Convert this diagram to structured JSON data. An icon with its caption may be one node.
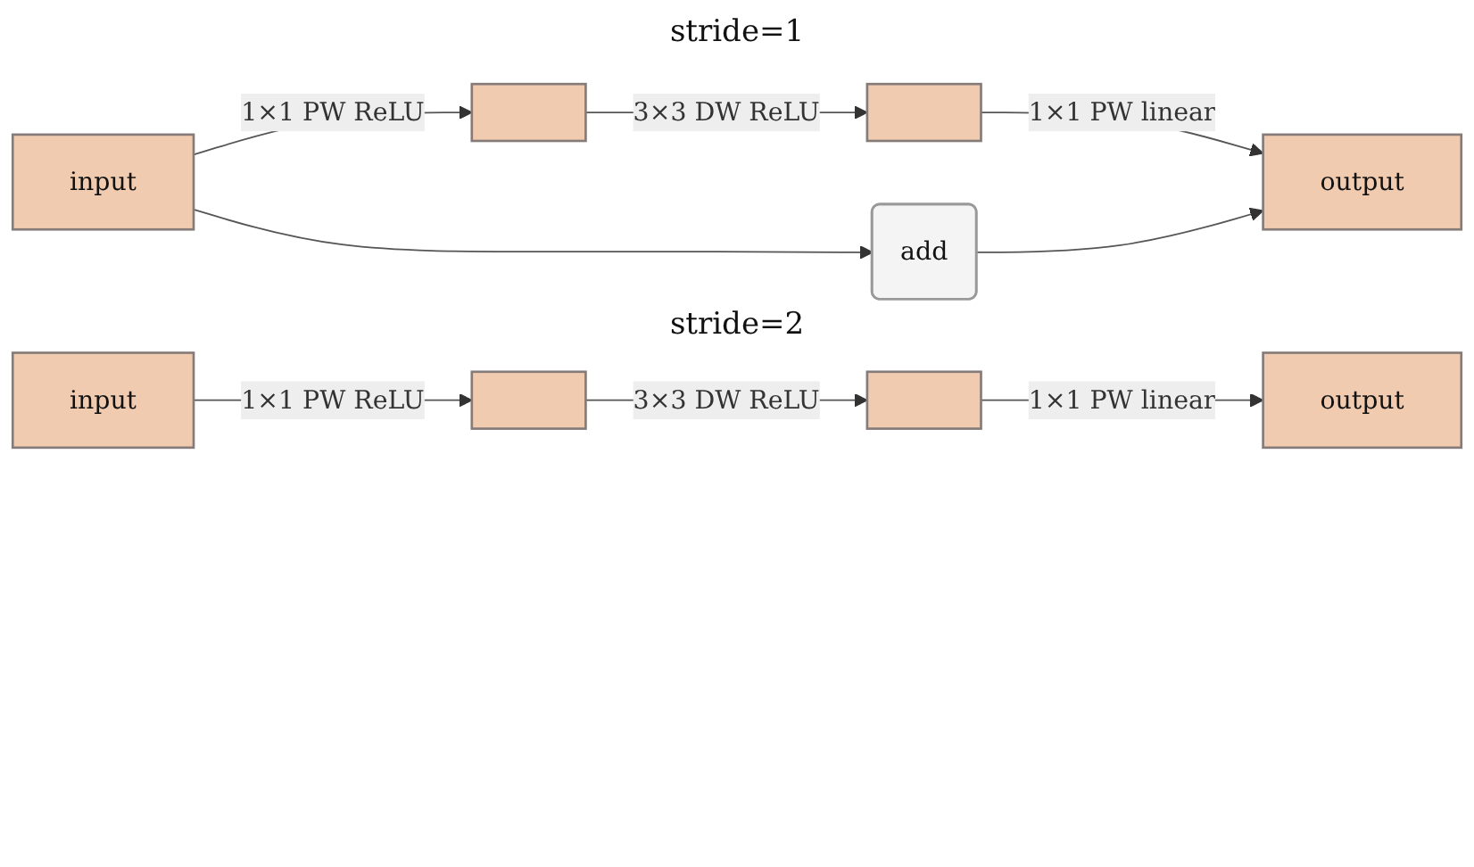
{
  "diagram": {
    "nodes": [
      {
        "text": [
          "input"
        ]
      },
      {
        "text": [],
        "shape": "box"
      },
      {
        "text": [],
        "shape": "box"
      },
      {
        "text": [
          "output"
        ]
      },
      {
        "text": [
          "add"
        ]
      },
      {
        "text": [
          "input"
        ]
      },
      {
        "text": [],
        "shape": "box"
      },
      {
        "text": [],
        "shape": "box"
      },
      {
        "text": [
          "output"
        ]
      }
    ],
    "edges": [
      {
        "from": 0,
        "to": 1,
        "arrow": "to",
        "label": "1×1 PW ReLU"
      },
      {
        "from": 1,
        "to": 2,
        "arrow": "to",
        "label": "3×3 DW ReLU"
      },
      {
        "from": 2,
        "to": 3,
        "arrow": "to",
        "label": "1×1 PW linear"
      },
      {
        "from": 0,
        "to": 4,
        "arrow": "to"
      },
      {
        "from": 4,
        "to": 3,
        "arrow": "to"
      },
      {
        "from": 5,
        "to": 6,
        "arrow": "to",
        "label": "1×1 PW ReLU"
      },
      {
        "from": 6,
        "to": 7,
        "arrow": "to",
        "label": "3×3 DW ReLU"
      },
      {
        "from": 7,
        "to": 8,
        "arrow": "to",
        "label": "1×1 PW linear"
      }
    ],
    "labels": [
      "stride=1",
      "stride=2"
    ]
  }
}
